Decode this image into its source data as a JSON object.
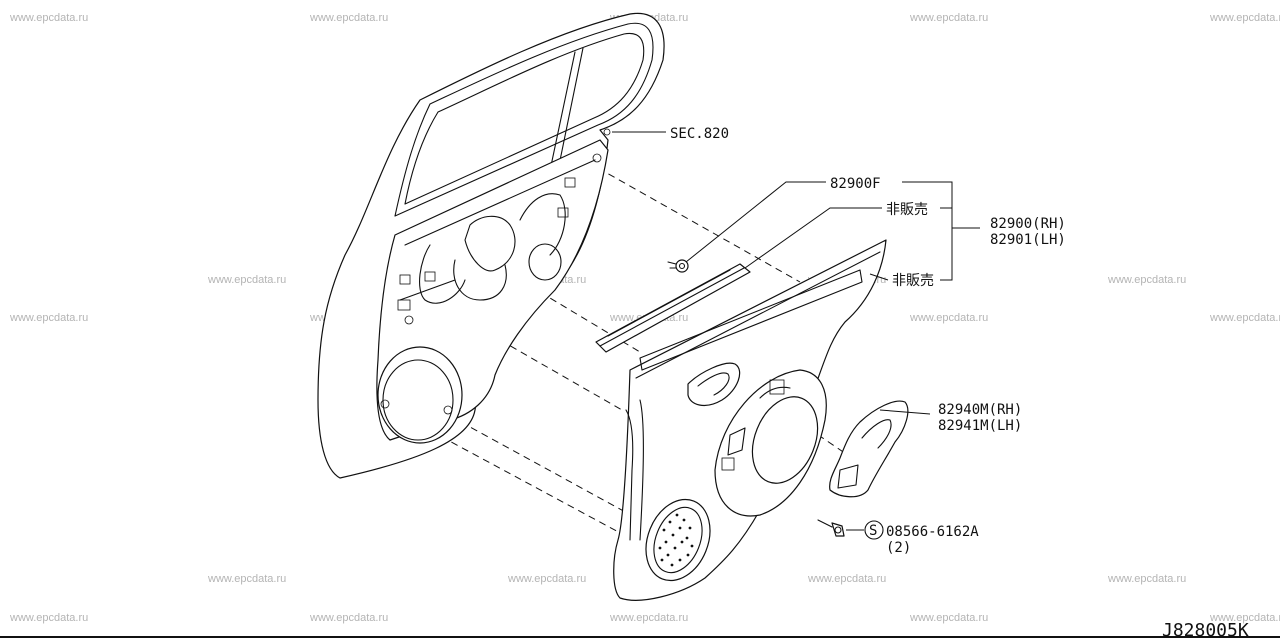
{
  "watermark": "www.epcdata.ru",
  "diagram_id": "J828005K",
  "labels": {
    "sec": "SEC.820",
    "trim_clip": "82900F",
    "not_sold_1": "非販売",
    "not_sold_2": "非販売",
    "trim_rh": "82900(RH)",
    "trim_lh": "82901(LH)",
    "pocket_rh": "82940M(RH)",
    "pocket_lh": "82941M(LH)",
    "screw_symbol": "S",
    "screw": "08566-6162A",
    "screw_qty": "(2)"
  }
}
